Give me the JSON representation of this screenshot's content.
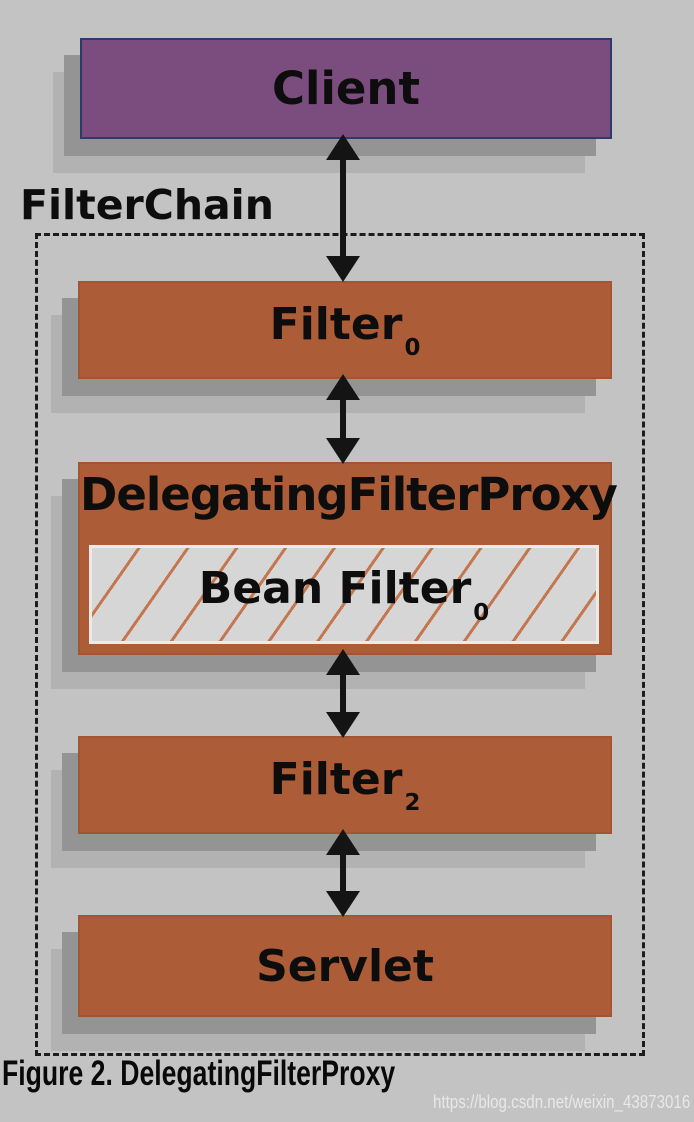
{
  "diagram": {
    "client_label": "Client",
    "filterchain_label": "FilterChain",
    "filter0": {
      "base": "Filter",
      "sub": "0"
    },
    "dfp_label": "DelegatingFilterProxy",
    "bean_filter": {
      "base": "Bean Filter",
      "sub": "0"
    },
    "filter2": {
      "base": "Filter",
      "sub": "2"
    },
    "servlet_label": "Servlet",
    "caption": "Figure 2. DelegatingFilterProxy",
    "watermark": "https://blog.csdn.net/weixin_43873016",
    "colors": {
      "background": "#c3c3c3",
      "client_fill": "#7b4d7e",
      "client_border": "#2e3a6e",
      "filter_fill": "#ad5c38",
      "filter_border": "#a35430",
      "bean_fill": "#d6d6d6",
      "bean_hatch_line": "#c4764f",
      "arrow": "#141414",
      "dashed_border": "#1c1c1c",
      "shadow": "#949494",
      "text": "#0d0d0d",
      "watermark_text": "#dedede"
    }
  }
}
